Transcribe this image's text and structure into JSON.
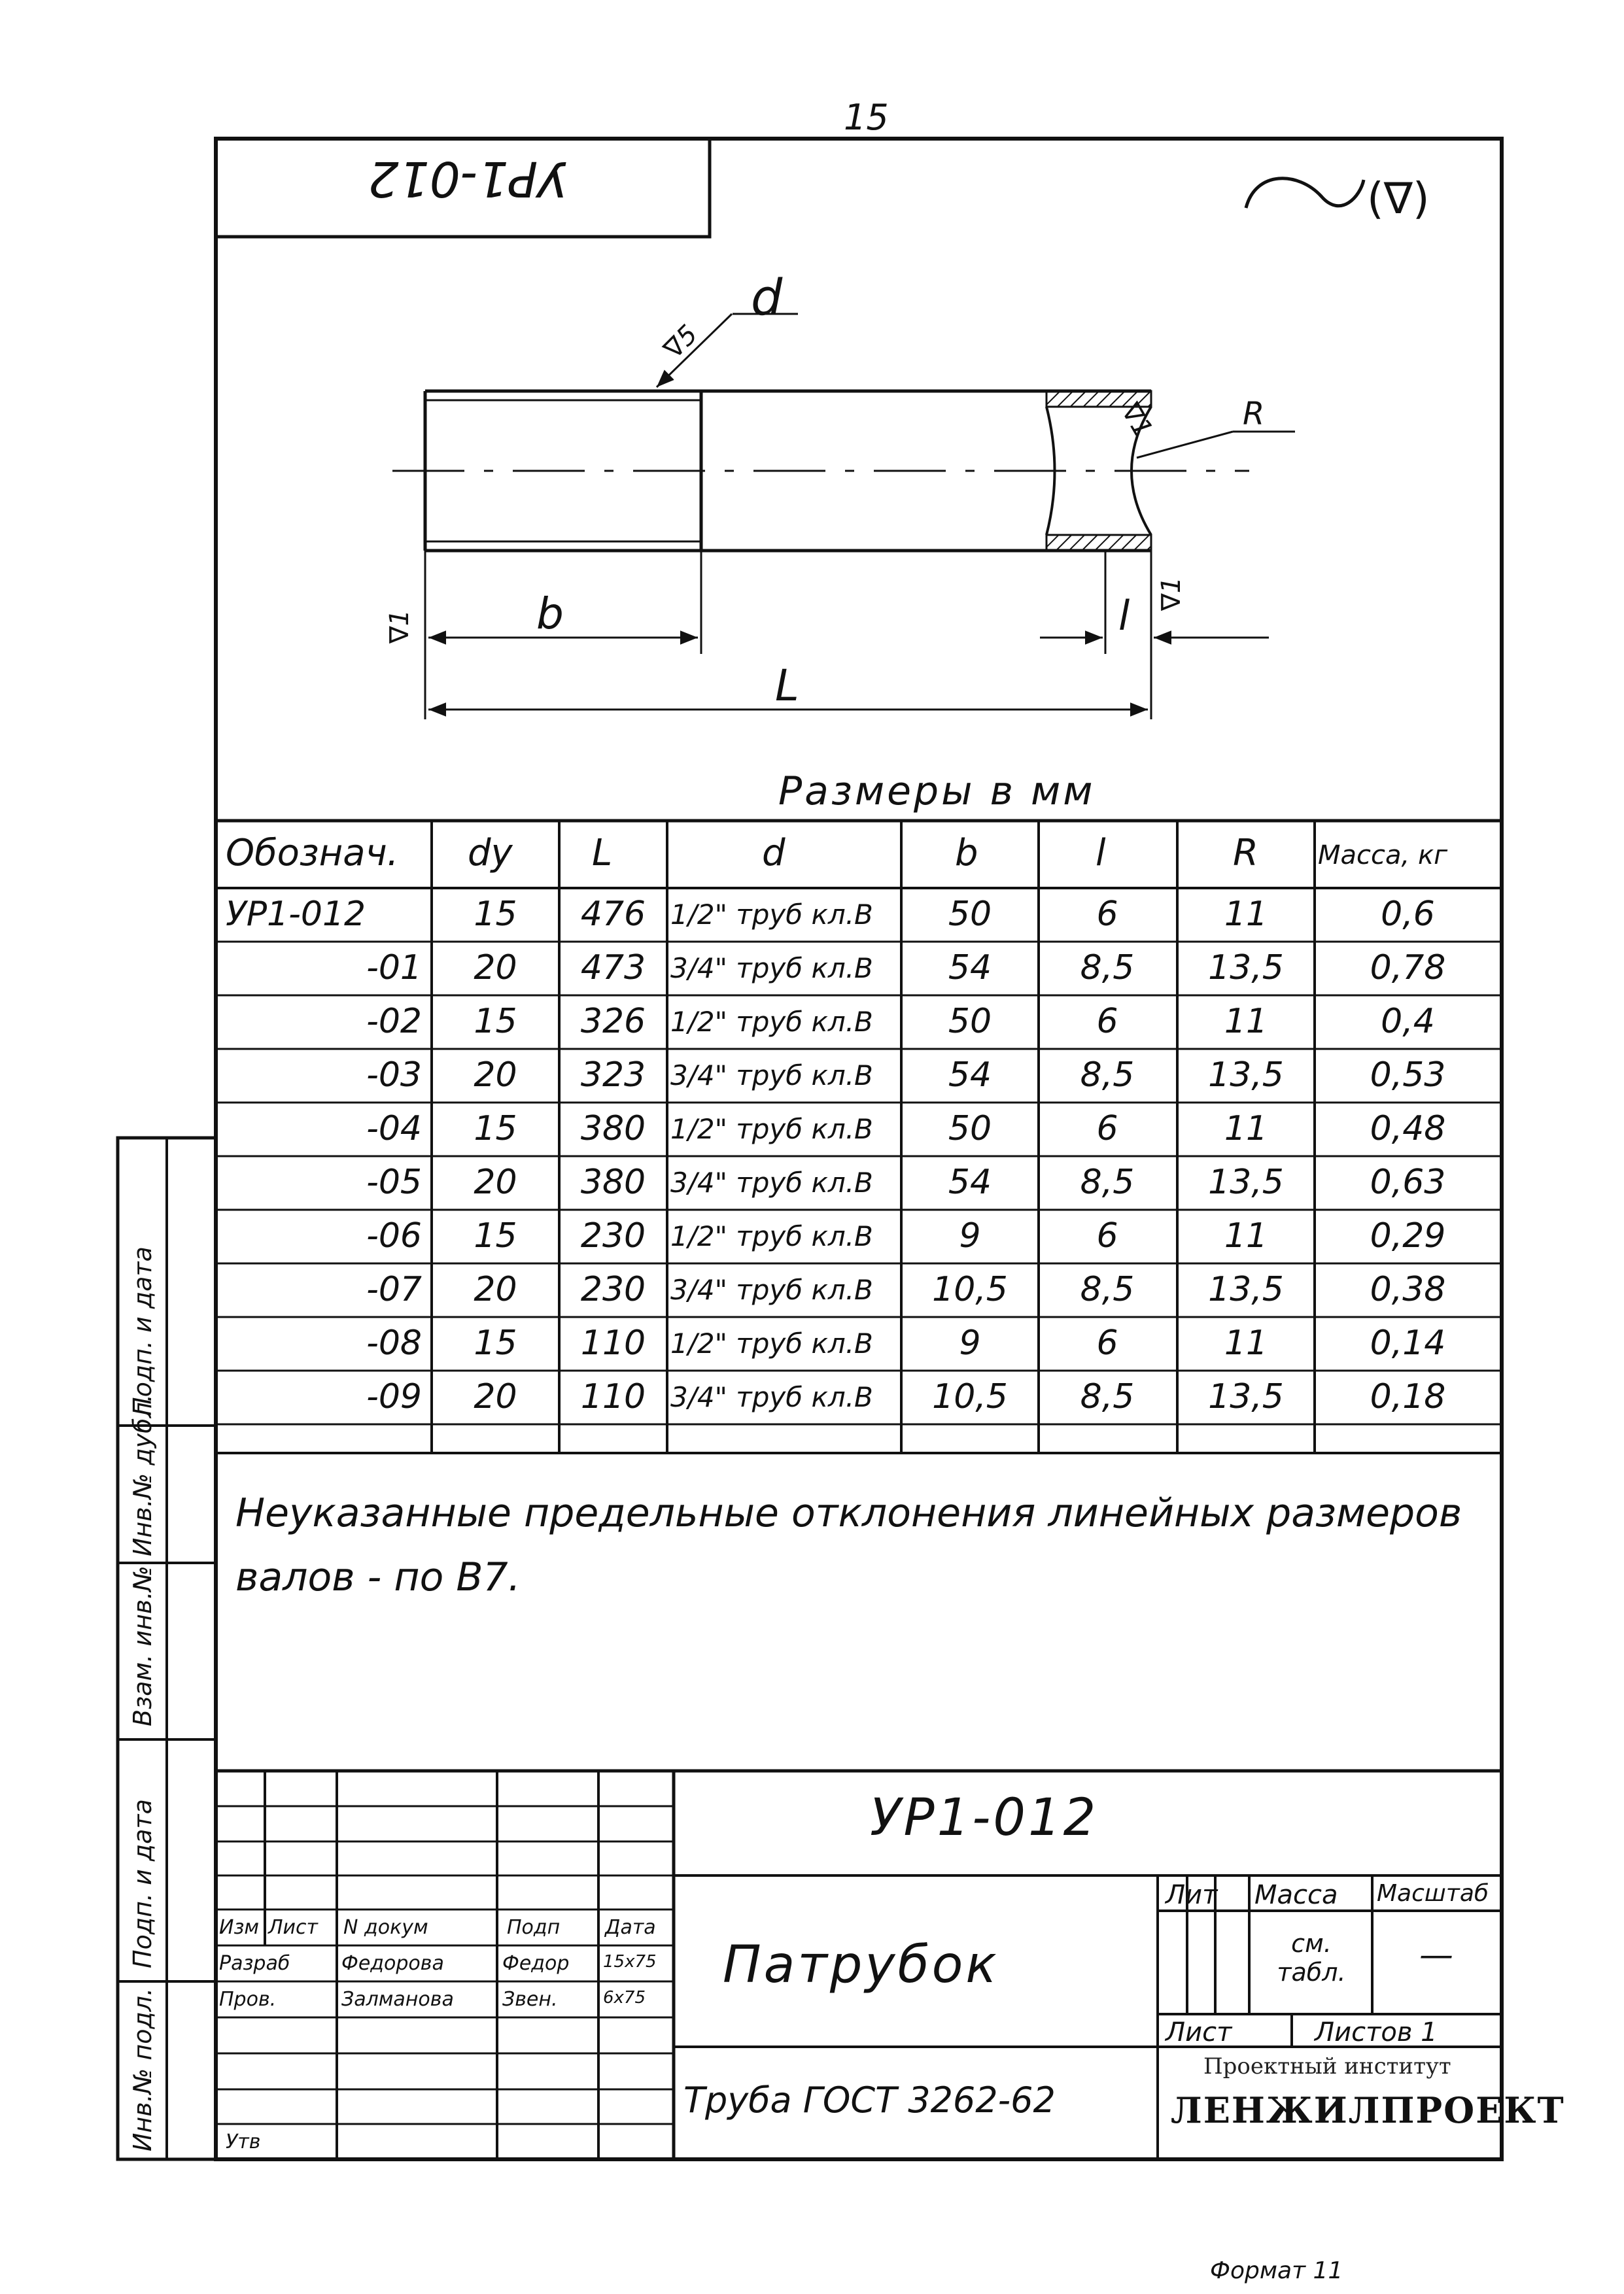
{
  "page_number": "15",
  "document_code_mirrored": "УР1-012",
  "roughness_symbol": "(∇)",
  "drawing": {
    "labels": {
      "d": "d",
      "b": "b",
      "L": "L",
      "l": "l",
      "R": "R"
    },
    "roughness_thread": "∇5",
    "roughness_ends": "∇1"
  },
  "dims_caption": "Размеры в мм",
  "table": {
    "headers": [
      "Обознач.",
      "dy",
      "L",
      "d",
      "b",
      "l",
      "R",
      "Масса, кг"
    ],
    "rows": [
      [
        "УР1-012",
        "15",
        "476",
        "1/2\" труб кл.В",
        "50",
        "6",
        "11",
        "0,6"
      ],
      [
        "-01",
        "20",
        "473",
        "3/4\" труб кл.В",
        "54",
        "8,5",
        "13,5",
        "0,78"
      ],
      [
        "-02",
        "15",
        "326",
        "1/2\" труб кл.В",
        "50",
        "6",
        "11",
        "0,4"
      ],
      [
        "-03",
        "20",
        "323",
        "3/4\" труб кл.В",
        "54",
        "8,5",
        "13,5",
        "0,53"
      ],
      [
        "-04",
        "15",
        "380",
        "1/2\" труб кл.В",
        "50",
        "6",
        "11",
        "0,48"
      ],
      [
        "-05",
        "20",
        "380",
        "3/4\" труб кл.В",
        "54",
        "8,5",
        "13,5",
        "0,63"
      ],
      [
        "-06",
        "15",
        "230",
        "1/2\" труб кл.В",
        "9",
        "6",
        "11",
        "0,29"
      ],
      [
        "-07",
        "20",
        "230",
        "3/4\" труб кл.В",
        "10,5",
        "8,5",
        "13,5",
        "0,38"
      ],
      [
        "-08",
        "15",
        "110",
        "1/2\" труб кл.В",
        "9",
        "6",
        "11",
        "0,14"
      ],
      [
        "-09",
        "20",
        "110",
        "3/4\" труб кл.В",
        "10,5",
        "8,5",
        "13,5",
        "0,18"
      ]
    ]
  },
  "note": "Неуказанные предельные отклонения линейных размеров валов - по В7.",
  "side_labels": [
    "Инв.№ подл.",
    "Подп. и дата",
    "Взам. инв.№",
    "Инв.№ дубл.",
    "Подп. и дата"
  ],
  "title_block": {
    "code": "УР1-012",
    "doc_title": "Патрубок",
    "material": "Труба ГОСТ 3262-62",
    "headers": {
      "izm": "Изм",
      "list": "Лист",
      "n_dokum": "N докум",
      "podp": "Подп",
      "data": "Дата"
    },
    "roles": {
      "razrab": "Разраб",
      "prov": "Пров.",
      "utv": "Утв"
    },
    "names": {
      "razrab": "Федорова",
      "prov": "Залманова"
    },
    "signatures": {
      "razrab": "Федор",
      "prov": "Звен."
    },
    "dates": {
      "razrab": "15х75",
      "prov": "6х75"
    },
    "lit": "Лит",
    "massa": "Масса",
    "masshtab": "Масштаб",
    "massa_value": "см. табл.",
    "masshtab_value": "—",
    "sheet": "Лист",
    "sheets": "Листов 1",
    "institute": "Проектный институт",
    "org": "ЛЕНЖИЛПРОЕКТ"
  },
  "format_label": "Формат 11"
}
